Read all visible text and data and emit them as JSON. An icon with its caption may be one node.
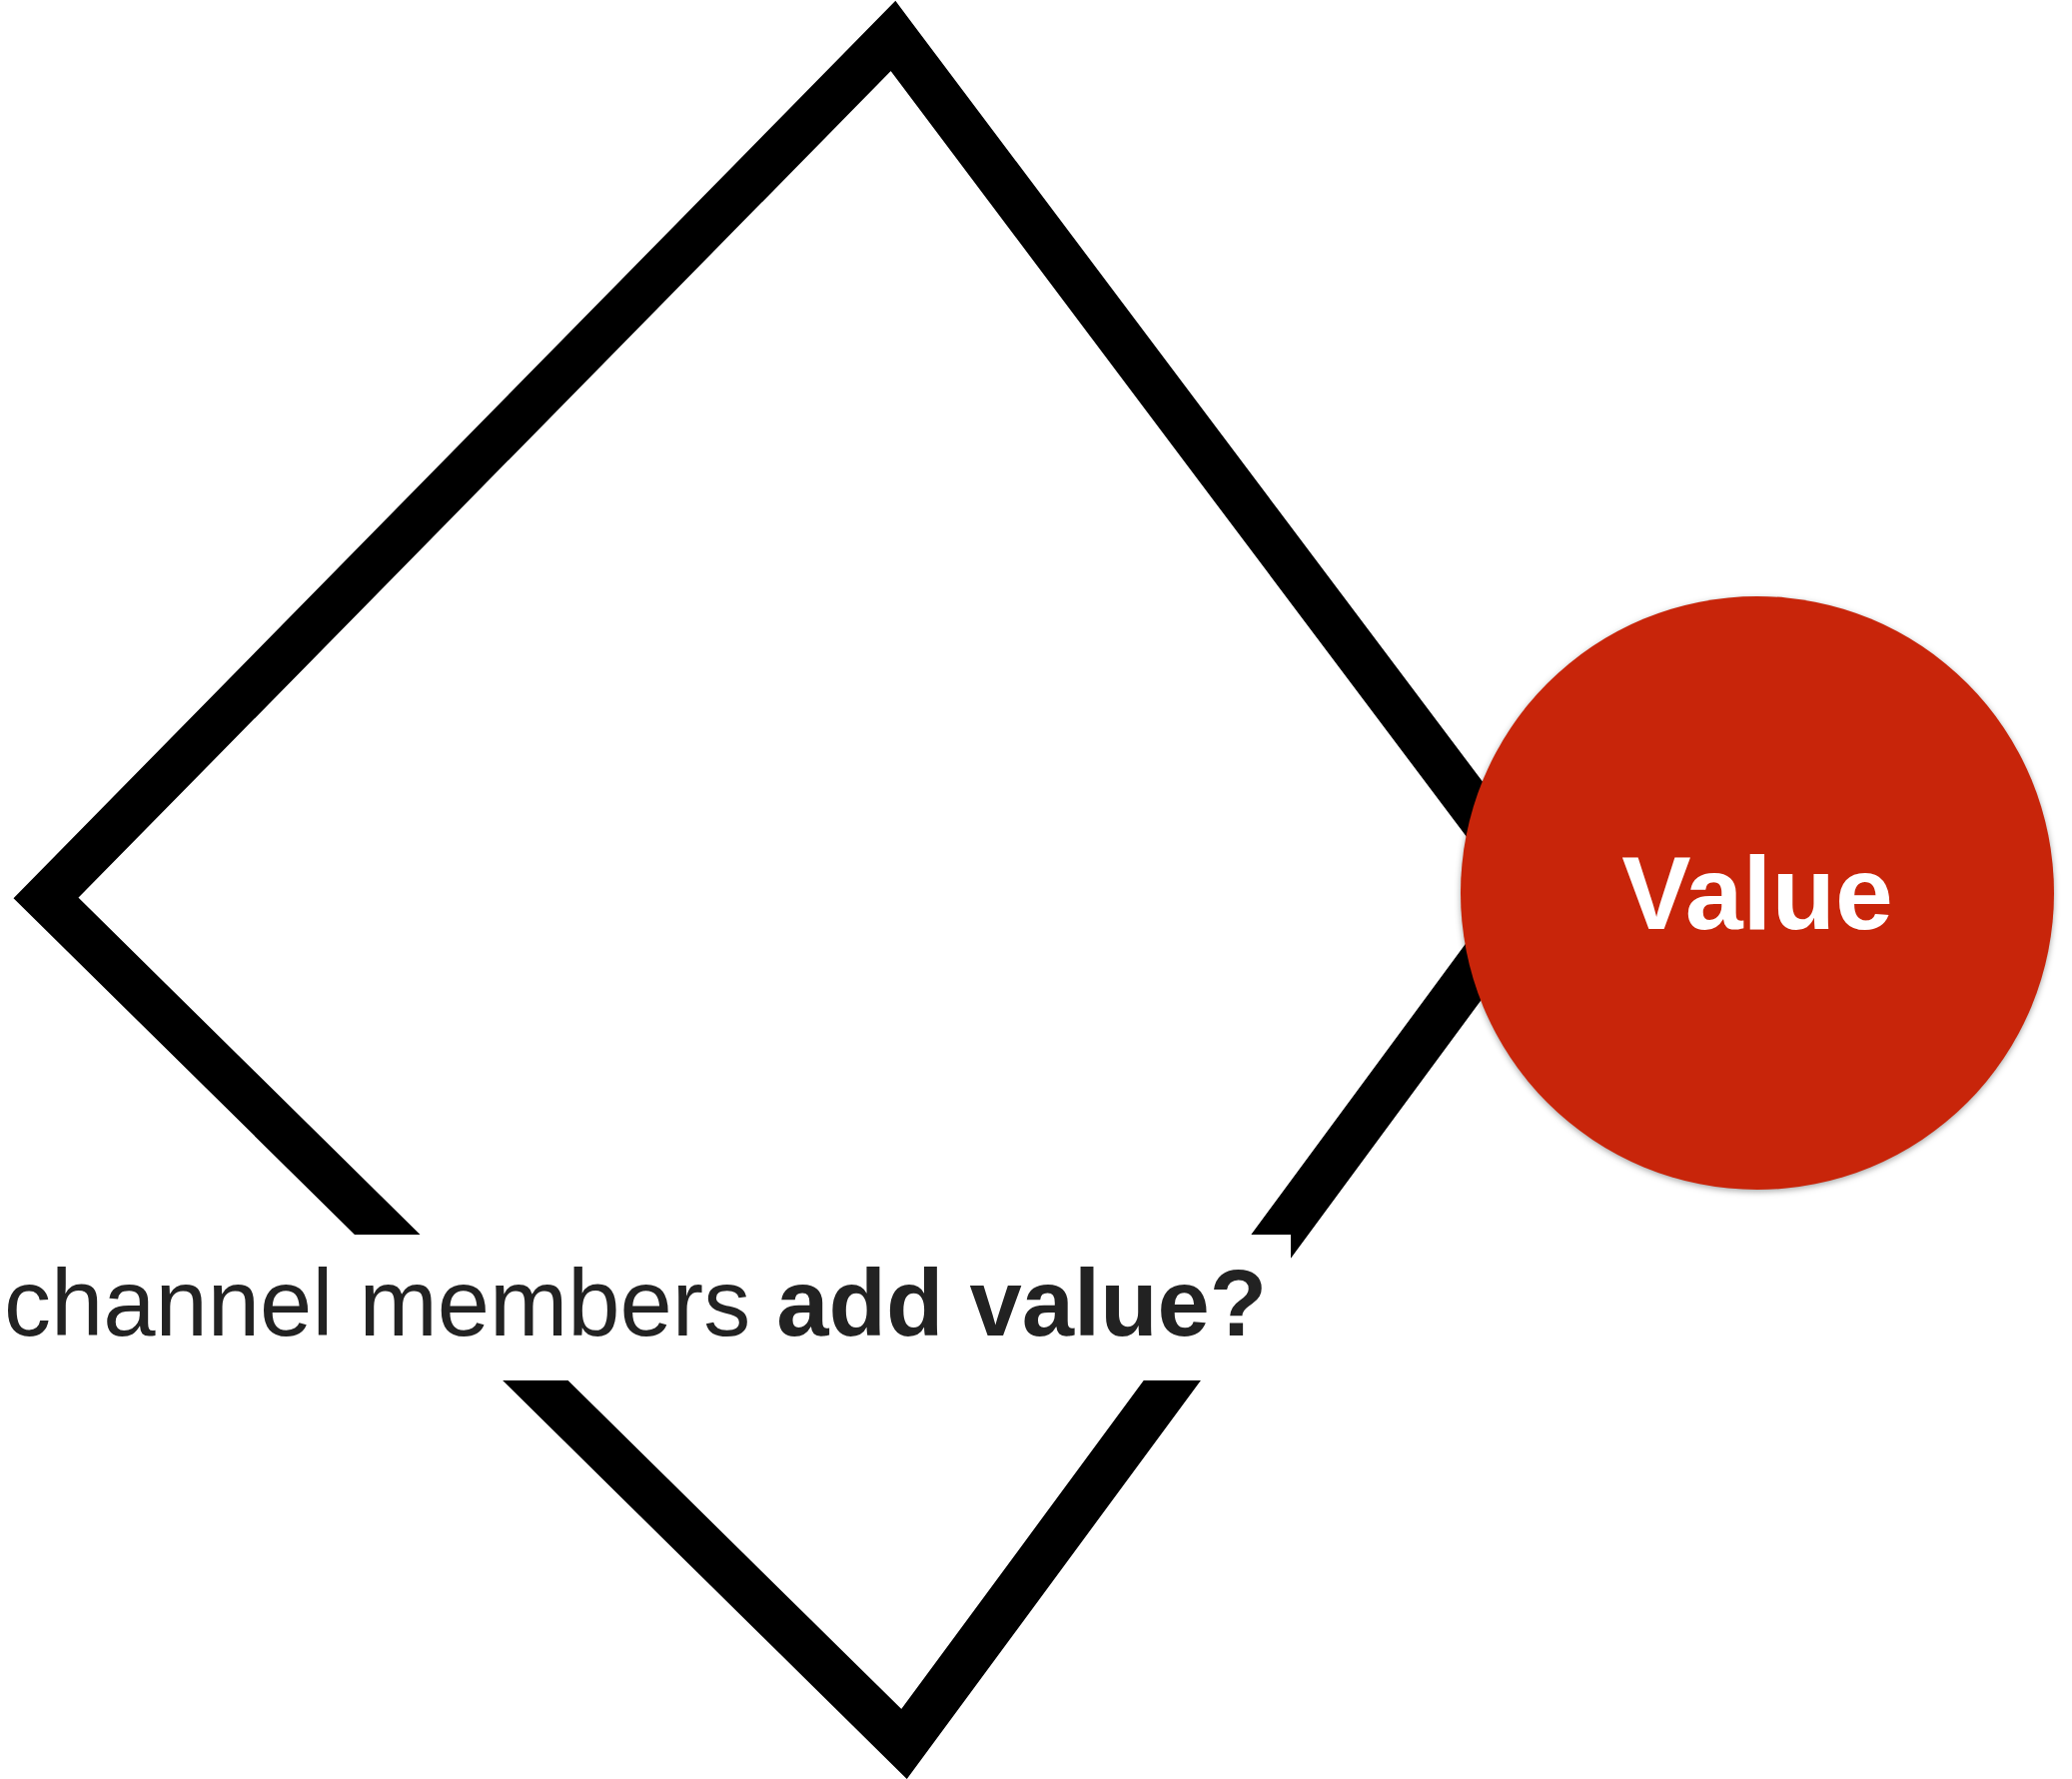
{
  "diagram": {
    "nodes": [
      {
        "text": [],
        "shape": "diamond"
      },
      {
        "text": [
          "Value"
        ]
      }
    ],
    "edges": [],
    "labels": [
      "channel members **add value?**"
    ]
  }
}
